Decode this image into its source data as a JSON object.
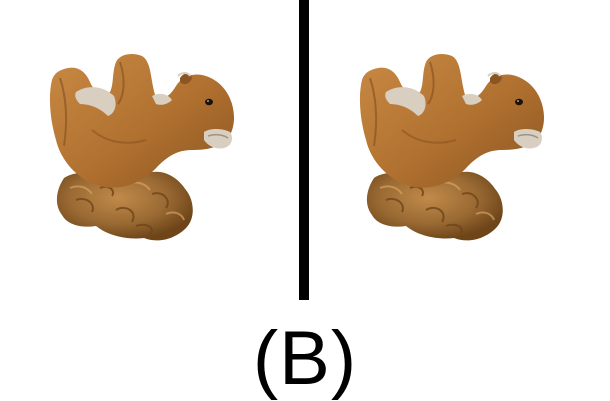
{
  "caption": "(B)",
  "panels": [
    {
      "id": "left",
      "subject": "plush-camel-on-rock"
    },
    {
      "id": "right",
      "subject": "plush-camel-on-rock"
    }
  ],
  "colors": {
    "background": "#ffffff",
    "divider": "#000000",
    "plush_body": "#b0702f",
    "plush_shadow": "#8a5522",
    "plush_highlight": "#c98a45",
    "felt_trim": "#d9cfc0",
    "rock": "#9a6a33",
    "rock_dark": "#6e4519",
    "rock_light": "#c08a4a"
  }
}
